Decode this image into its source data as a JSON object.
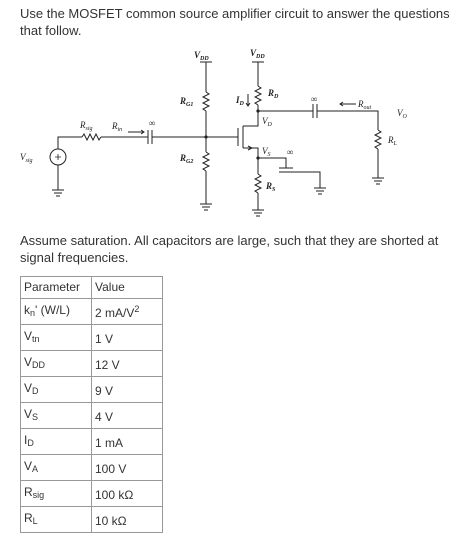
{
  "question": "Use the MOSFET common source amplifier circuit to answer the questions that follow.",
  "assumption": "Assume saturation. All capacitors are large, such that they are shorted at signal frequencies.",
  "circuit": {
    "vdd1": {
      "main": "V",
      "sub": "DD"
    },
    "vdd2": {
      "main": "V",
      "sub": "DD"
    },
    "rg1": {
      "main": "R",
      "sub": "G1"
    },
    "rg2": {
      "main": "R",
      "sub": "G2"
    },
    "rd": {
      "main": "R",
      "sub": "D"
    },
    "rs": {
      "main": "R",
      "sub": "S"
    },
    "id": {
      "main": "I",
      "sub": "D"
    },
    "vd": {
      "main": "V",
      "sub": "D"
    },
    "vs": {
      "main": "V",
      "sub": "S"
    },
    "rsig": {
      "main": "R",
      "sub": "sig"
    },
    "rin": {
      "main": "R",
      "sub": "in"
    },
    "rout": {
      "main": "R",
      "sub": "out"
    },
    "vo": {
      "main": "V",
      "sub": "O"
    },
    "rl": {
      "main": "R",
      "sub": "L"
    },
    "vsig": {
      "main": "V",
      "sub": "sig"
    },
    "infinity": "∞"
  },
  "table": {
    "headers": {
      "parameter": "Parameter",
      "value": "Value"
    },
    "rows": [
      {
        "name": "k",
        "name_sub": "n",
        "name_tail": "' (W/L)",
        "value": "2 mA/V",
        "value_sup": "2"
      },
      {
        "name": "V",
        "name_sub": "tn",
        "name_tail": "",
        "value": "1 V",
        "value_sup": ""
      },
      {
        "name": "V",
        "name_sub": "DD",
        "name_tail": "",
        "value": "12 V",
        "value_sup": ""
      },
      {
        "name": "V",
        "name_sub": "D",
        "name_tail": "",
        "value": "9 V",
        "value_sup": ""
      },
      {
        "name": "V",
        "name_sub": "S",
        "name_tail": "",
        "value": "4 V",
        "value_sup": ""
      },
      {
        "name": "I",
        "name_sub": "D",
        "name_tail": "",
        "value": "1 mA",
        "value_sup": ""
      },
      {
        "name": "V",
        "name_sub": "A",
        "name_tail": "",
        "value": "100 V",
        "value_sup": ""
      },
      {
        "name": "R",
        "name_sub": "sig",
        "name_tail": "",
        "value": "100 kΩ",
        "value_sup": ""
      },
      {
        "name": "R",
        "name_sub": "L",
        "name_tail": "",
        "value": "10 kΩ",
        "value_sup": ""
      }
    ]
  }
}
